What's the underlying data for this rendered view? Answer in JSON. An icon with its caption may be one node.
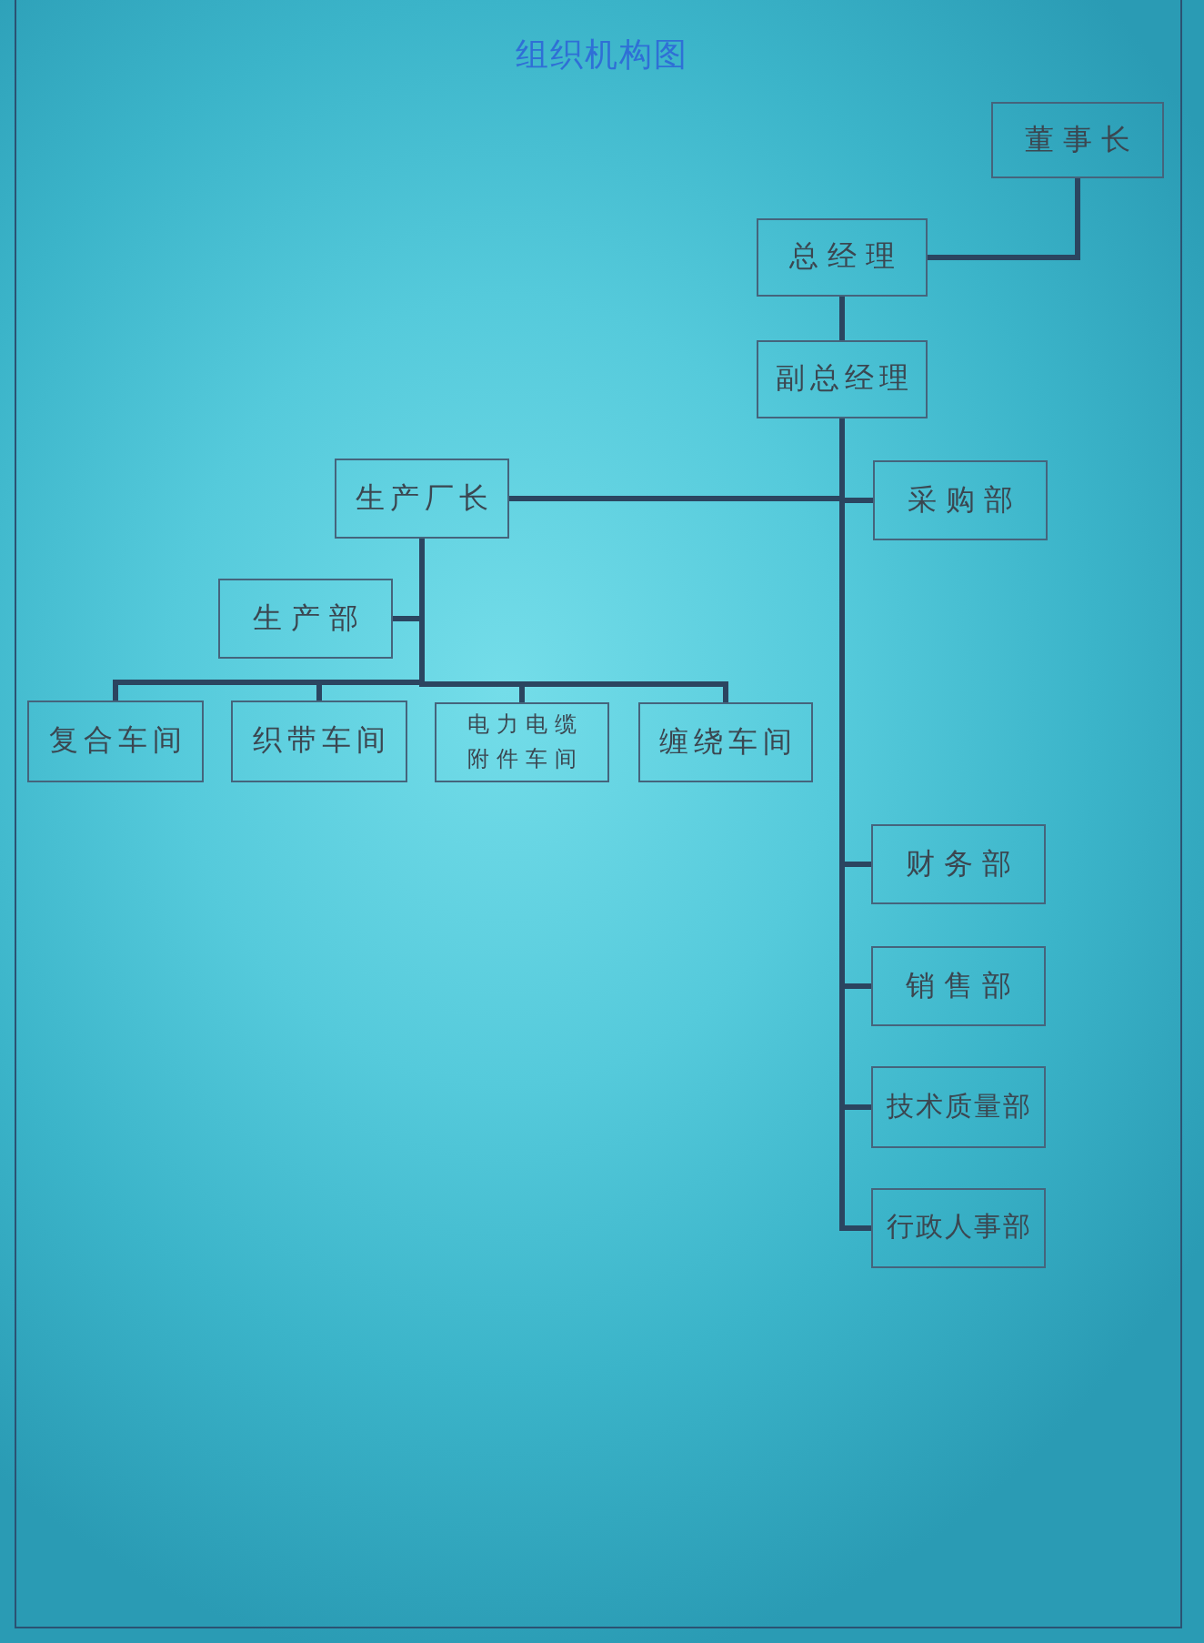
{
  "diagram": {
    "title": "组织机构图",
    "nodes": [
      {
        "text": [
          "董事长"
        ]
      },
      {
        "text": [
          "总经理"
        ]
      },
      {
        "text": [
          "副总经理"
        ]
      },
      {
        "text": [
          "生产厂长"
        ]
      },
      {
        "text": [
          "采购部"
        ]
      },
      {
        "text": [
          "生产部"
        ]
      },
      {
        "text": [
          "复合车间"
        ]
      },
      {
        "text": [
          "织带车间"
        ]
      },
      {
        "text": [
          "电力电缆附件车间"
        ]
      },
      {
        "text": [
          "缠绕车间"
        ]
      },
      {
        "text": [
          "财务部"
        ]
      },
      {
        "text": [
          "销售部"
        ]
      },
      {
        "text": [
          "技术质量部"
        ]
      },
      {
        "text": [
          "行政人事部"
        ]
      }
    ],
    "edges": [
      {
        "from": 0,
        "to": 1,
        "arrow": "none"
      },
      {
        "from": 1,
        "to": 2,
        "arrow": "none"
      },
      {
        "from": 2,
        "to": 3,
        "arrow": "none"
      },
      {
        "from": 2,
        "to": 4,
        "arrow": "none"
      },
      {
        "from": 3,
        "to": 5,
        "arrow": "none"
      },
      {
        "from": 3,
        "to": 6,
        "arrow": "none"
      },
      {
        "from": 3,
        "to": 7,
        "arrow": "none"
      },
      {
        "from": 3,
        "to": 8,
        "arrow": "none"
      },
      {
        "from": 3,
        "to": 9,
        "arrow": "none"
      },
      {
        "from": 2,
        "to": 10,
        "arrow": "none"
      },
      {
        "from": 2,
        "to": 11,
        "arrow": "none"
      },
      {
        "from": 2,
        "to": 12,
        "arrow": "none"
      },
      {
        "from": 2,
        "to": 13,
        "arrow": "none"
      }
    ]
  }
}
